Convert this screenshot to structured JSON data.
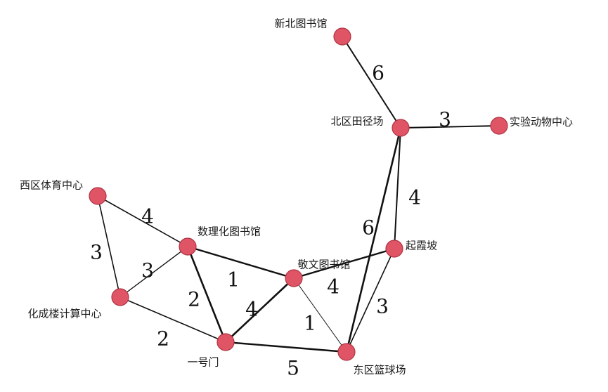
{
  "nodes": [
    {
      "id": "xinbei",
      "label": "新北图书馆"
    },
    {
      "id": "beiqu",
      "label": "北区田径场"
    },
    {
      "id": "shiyan",
      "label": "实验动物中心"
    },
    {
      "id": "xiqu",
      "label": "西区体育中心"
    },
    {
      "id": "shuli",
      "label": "数理化图书馆"
    },
    {
      "id": "huacheng",
      "label": "化成楼计算中心"
    },
    {
      "id": "jingwen",
      "label": "敬文图书馆"
    },
    {
      "id": "qixia",
      "label": "起霞坡"
    },
    {
      "id": "yihao",
      "label": "一号门"
    },
    {
      "id": "dongqu",
      "label": "东区篮球场"
    }
  ],
  "edges": [
    {
      "from": "xinbei",
      "to": "beiqu",
      "weight": "6"
    },
    {
      "from": "beiqu",
      "to": "shiyan",
      "weight": "3"
    },
    {
      "from": "beiqu",
      "to": "qixia",
      "weight": "4"
    },
    {
      "from": "beiqu",
      "to": "dongqu",
      "weight": "6"
    },
    {
      "from": "xiqu",
      "to": "shuli",
      "weight": "4"
    },
    {
      "from": "xiqu",
      "to": "huacheng",
      "weight": "3"
    },
    {
      "from": "shuli",
      "to": "huacheng",
      "weight": "3"
    },
    {
      "from": "shuli",
      "to": "jingwen",
      "weight": "1"
    },
    {
      "from": "shuli",
      "to": "yihao",
      "weight": "2"
    },
    {
      "from": "huacheng",
      "to": "yihao",
      "weight": "2"
    },
    {
      "from": "jingwen",
      "to": "qixia",
      "weight": "4"
    },
    {
      "from": "jingwen",
      "to": "yihao",
      "weight": "4"
    },
    {
      "from": "jingwen",
      "to": "dongqu",
      "weight": "1"
    },
    {
      "from": "qixia",
      "to": "dongqu",
      "weight": "3"
    },
    {
      "from": "yihao",
      "to": "dongqu",
      "weight": "5"
    }
  ],
  "colors": {
    "node_fill": "#e05566",
    "edge": "#111111"
  }
}
